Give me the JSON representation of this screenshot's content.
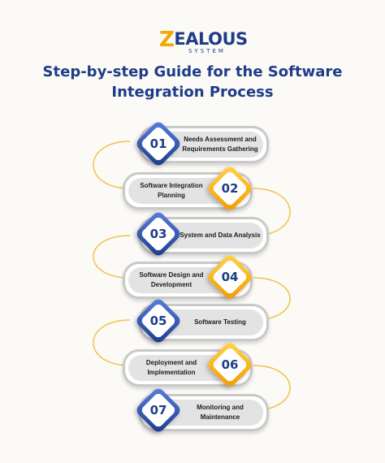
{
  "logo": {
    "word": "ZEALOUS",
    "letter": "Z",
    "rest": "EALOUS",
    "sub": "SYSTEM"
  },
  "title": {
    "line1": "Step-by-step Guide for the Software",
    "line2": "Integration Process"
  },
  "colors": {
    "navy": "#1f3c88",
    "gold": "#f2a900",
    "pill": "#e3e3e3",
    "connector": "#f2c14e"
  },
  "steps": [
    {
      "num": "01",
      "label": "Needs Assessment and Requirements Gathering",
      "badge_color": "blue"
    },
    {
      "num": "02",
      "label": "Software Integration Planning",
      "badge_color": "gold"
    },
    {
      "num": "03",
      "label": "System and Data Analysis",
      "badge_color": "blue"
    },
    {
      "num": "04",
      "label": "Software Design and Development",
      "badge_color": "gold"
    },
    {
      "num": "05",
      "label": "Software Testing",
      "badge_color": "blue"
    },
    {
      "num": "06",
      "label": "Deployment and Implementation",
      "badge_color": "gold"
    },
    {
      "num": "07",
      "label": "Monitoring and Maintenance",
      "badge_color": "blue"
    }
  ]
}
